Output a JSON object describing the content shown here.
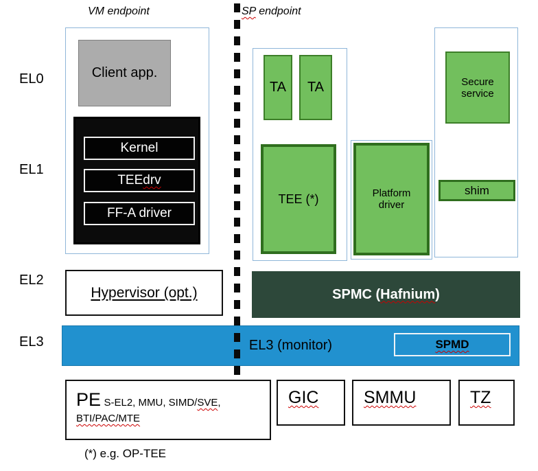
{
  "header": {
    "vm_endpoint": "VM endpoint",
    "sp_prefix": "SP",
    "sp_suffix": " endpoint"
  },
  "el_labels": {
    "el0": "EL0",
    "el1": "EL1",
    "el2": "EL2",
    "el3": "EL3"
  },
  "vm": {
    "client_app": "Client app.",
    "kernel": "Kernel",
    "tee_prefix": "TEE ",
    "tee_word": "drv",
    "ffa_driver": "FF-A driver",
    "hypervisor": "Hypervisor (opt.)"
  },
  "sp": {
    "ta": "TA",
    "tee": "TEE (*)",
    "platform_driver": "Platform driver",
    "secure_service": "Secure service",
    "shim": "shim",
    "spmc_prefix": "SPMC (",
    "spmc_word": "Hafnium",
    "spmc_suffix": ")"
  },
  "el3_bar": {
    "label": "EL3 (monitor)",
    "spmd": "SPMD"
  },
  "hardware": {
    "pe_title": "PE",
    "pe_detail_a": "S-EL2, MMU, SIMD/",
    "pe_detail_sve": "SVE",
    "pe_detail_b": ", ",
    "pe_detail_c": "BTI/PAC/MTE",
    "gic": "GIC",
    "smmu": "SMMU",
    "tz": "TZ"
  },
  "footnote": "(*) e.g. OP-TEE",
  "colors": {
    "green_fill": "#72bf5d",
    "green_border": "#3c7e28",
    "dark_green_border": "#2f6e1e",
    "spmc_fill": "#2d483a",
    "el3_blue": "#2191cf",
    "container_border": "#8fb6d9",
    "client_gray": "#acacac",
    "squiggle_red": "#cc0000"
  }
}
